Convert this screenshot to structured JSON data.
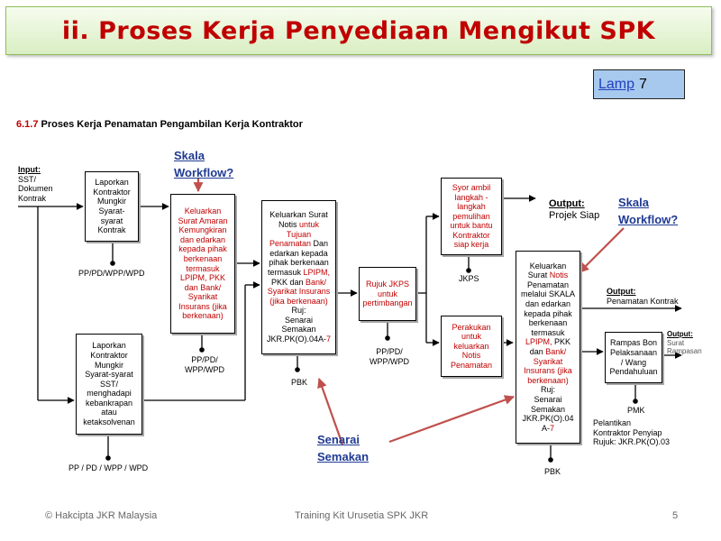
{
  "title": "ii. Proses Kerja Penyediaan Mengikut SPK",
  "lamp": {
    "link": "Lamp",
    "number": "7"
  },
  "section": {
    "number": "6.1.7",
    "title": "Proses Kerja Penamatan Pengambilan Kerja Kontraktor"
  },
  "input": {
    "label": "Input:",
    "lines": [
      "SST/",
      "Dokumen",
      "Kontrak"
    ]
  },
  "boxes": {
    "b1": [
      "Laporkan",
      "Kontraktor",
      "Mungkir",
      "Syarat-",
      "syarat",
      "Kontrak"
    ],
    "b2": [
      "Laporkan",
      "Kontraktor",
      "Mungkir",
      "Syarat-syarat",
      "SST/",
      "menghadapi",
      "kebankrapan",
      "atau",
      "ketaksolvenan"
    ],
    "b3": [
      "Keluarkan",
      "Surat Amaran",
      "Kemungkiran",
      "dan edarkan",
      "kepada pihak",
      "berkenaan",
      "termasuk",
      "LPIPM, PKK",
      "dan Bank/",
      "Syarikat",
      "Insurans (jika",
      "berkenaan)"
    ],
    "b4": {
      "p1": "Keluarkan Surat",
      "p2": "Notis",
      "p3": "untuk",
      "p4": "Tujuan",
      "p5": "Penamatan",
      "p6": "Dan",
      "p7": "edarkan kepada",
      "p8": "pihak berkenaan",
      "p9": "termasuk",
      "p10": "LPIPM,",
      "p11": "PKK dan",
      "p12": "Bank/",
      "p13": "Syarikat Insurans",
      "p14": "(jika berkenaan)",
      "p15": "Ruj:",
      "p16": "Senarai",
      "p17": "Semakan",
      "p18": "JKR.PK(O).04A-",
      "p19": "7"
    },
    "b5": [
      "Rujuk JKPS",
      "untuk",
      "pertimbangan"
    ],
    "b6": [
      "Syor ambil",
      "langkah -",
      "langkah",
      "pemulihan",
      "untuk bantu",
      "Kontraktor",
      "siap kerja"
    ],
    "b7": [
      "Perakukan",
      "untuk",
      "keluarkan",
      "Notis",
      "Penamatan"
    ],
    "b8": {
      "p1": "Keluarkan",
      "p2": "Surat",
      "p3": "Notis",
      "p4": "Penamatan",
      "p5": "melalui SKALA",
      "p6": "dan edarkan",
      "p7": "kepada pihak",
      "p8": "berkenaan",
      "p9": "termasuk",
      "p10": "LPIPM,",
      "p11": "PKK",
      "p12": "dan",
      "p13": "Bank/",
      "p14": "Syarikat",
      "p15": "Insurans (jika",
      "p16": "berkenaan)",
      "p17": "Ruj:",
      "p18": "Senarai",
      "p19": "Semakan",
      "p20": "JKR.PK(O).04",
      "p21": "A-",
      "p22": "7"
    },
    "b9": [
      "Rampas Bon",
      "Pelaksanaan",
      "/ Wang",
      "Pendahuluan"
    ]
  },
  "labels": {
    "pp1": "PP/PD/WPP/WPD",
    "pp2": "PP / PD / WPP / WPD",
    "pp3": [
      "PP/PD/",
      "WPP/WPD"
    ],
    "pp4": [
      "PP/PD/",
      "WPP/WPD"
    ],
    "pbk1": "PBK",
    "pbk2": "PBK",
    "jkps": "JKPS",
    "pmk": "PMK",
    "out1": {
      "label": "Output:",
      "value": "Projek Siap"
    },
    "out2": {
      "label": "Output:",
      "value": "Penamatan Kontrak"
    },
    "out3": {
      "label": "Output:",
      "value": [
        "Surat",
        "Rampasan"
      ]
    },
    "pelantikan": [
      "Pelantikan",
      "Kontraktor Penyiap",
      "Rujuk: JKR.PK(O).03"
    ]
  },
  "annotations": {
    "skala1": [
      "Skala",
      "Workflow?"
    ],
    "skala2": [
      "Skala",
      "Workflow?"
    ],
    "senarai": [
      "Senarai",
      "Semakan"
    ]
  },
  "footer": {
    "left": "© Hakcipta JKR Malaysia",
    "center": "Training Kit Urusetia SPK JKR",
    "page": "5"
  },
  "colors": {
    "title": "#c00000",
    "annotation": "#1f3a93",
    "arrow": "#c0504d",
    "lamp_bg": "#a8c9ee"
  }
}
